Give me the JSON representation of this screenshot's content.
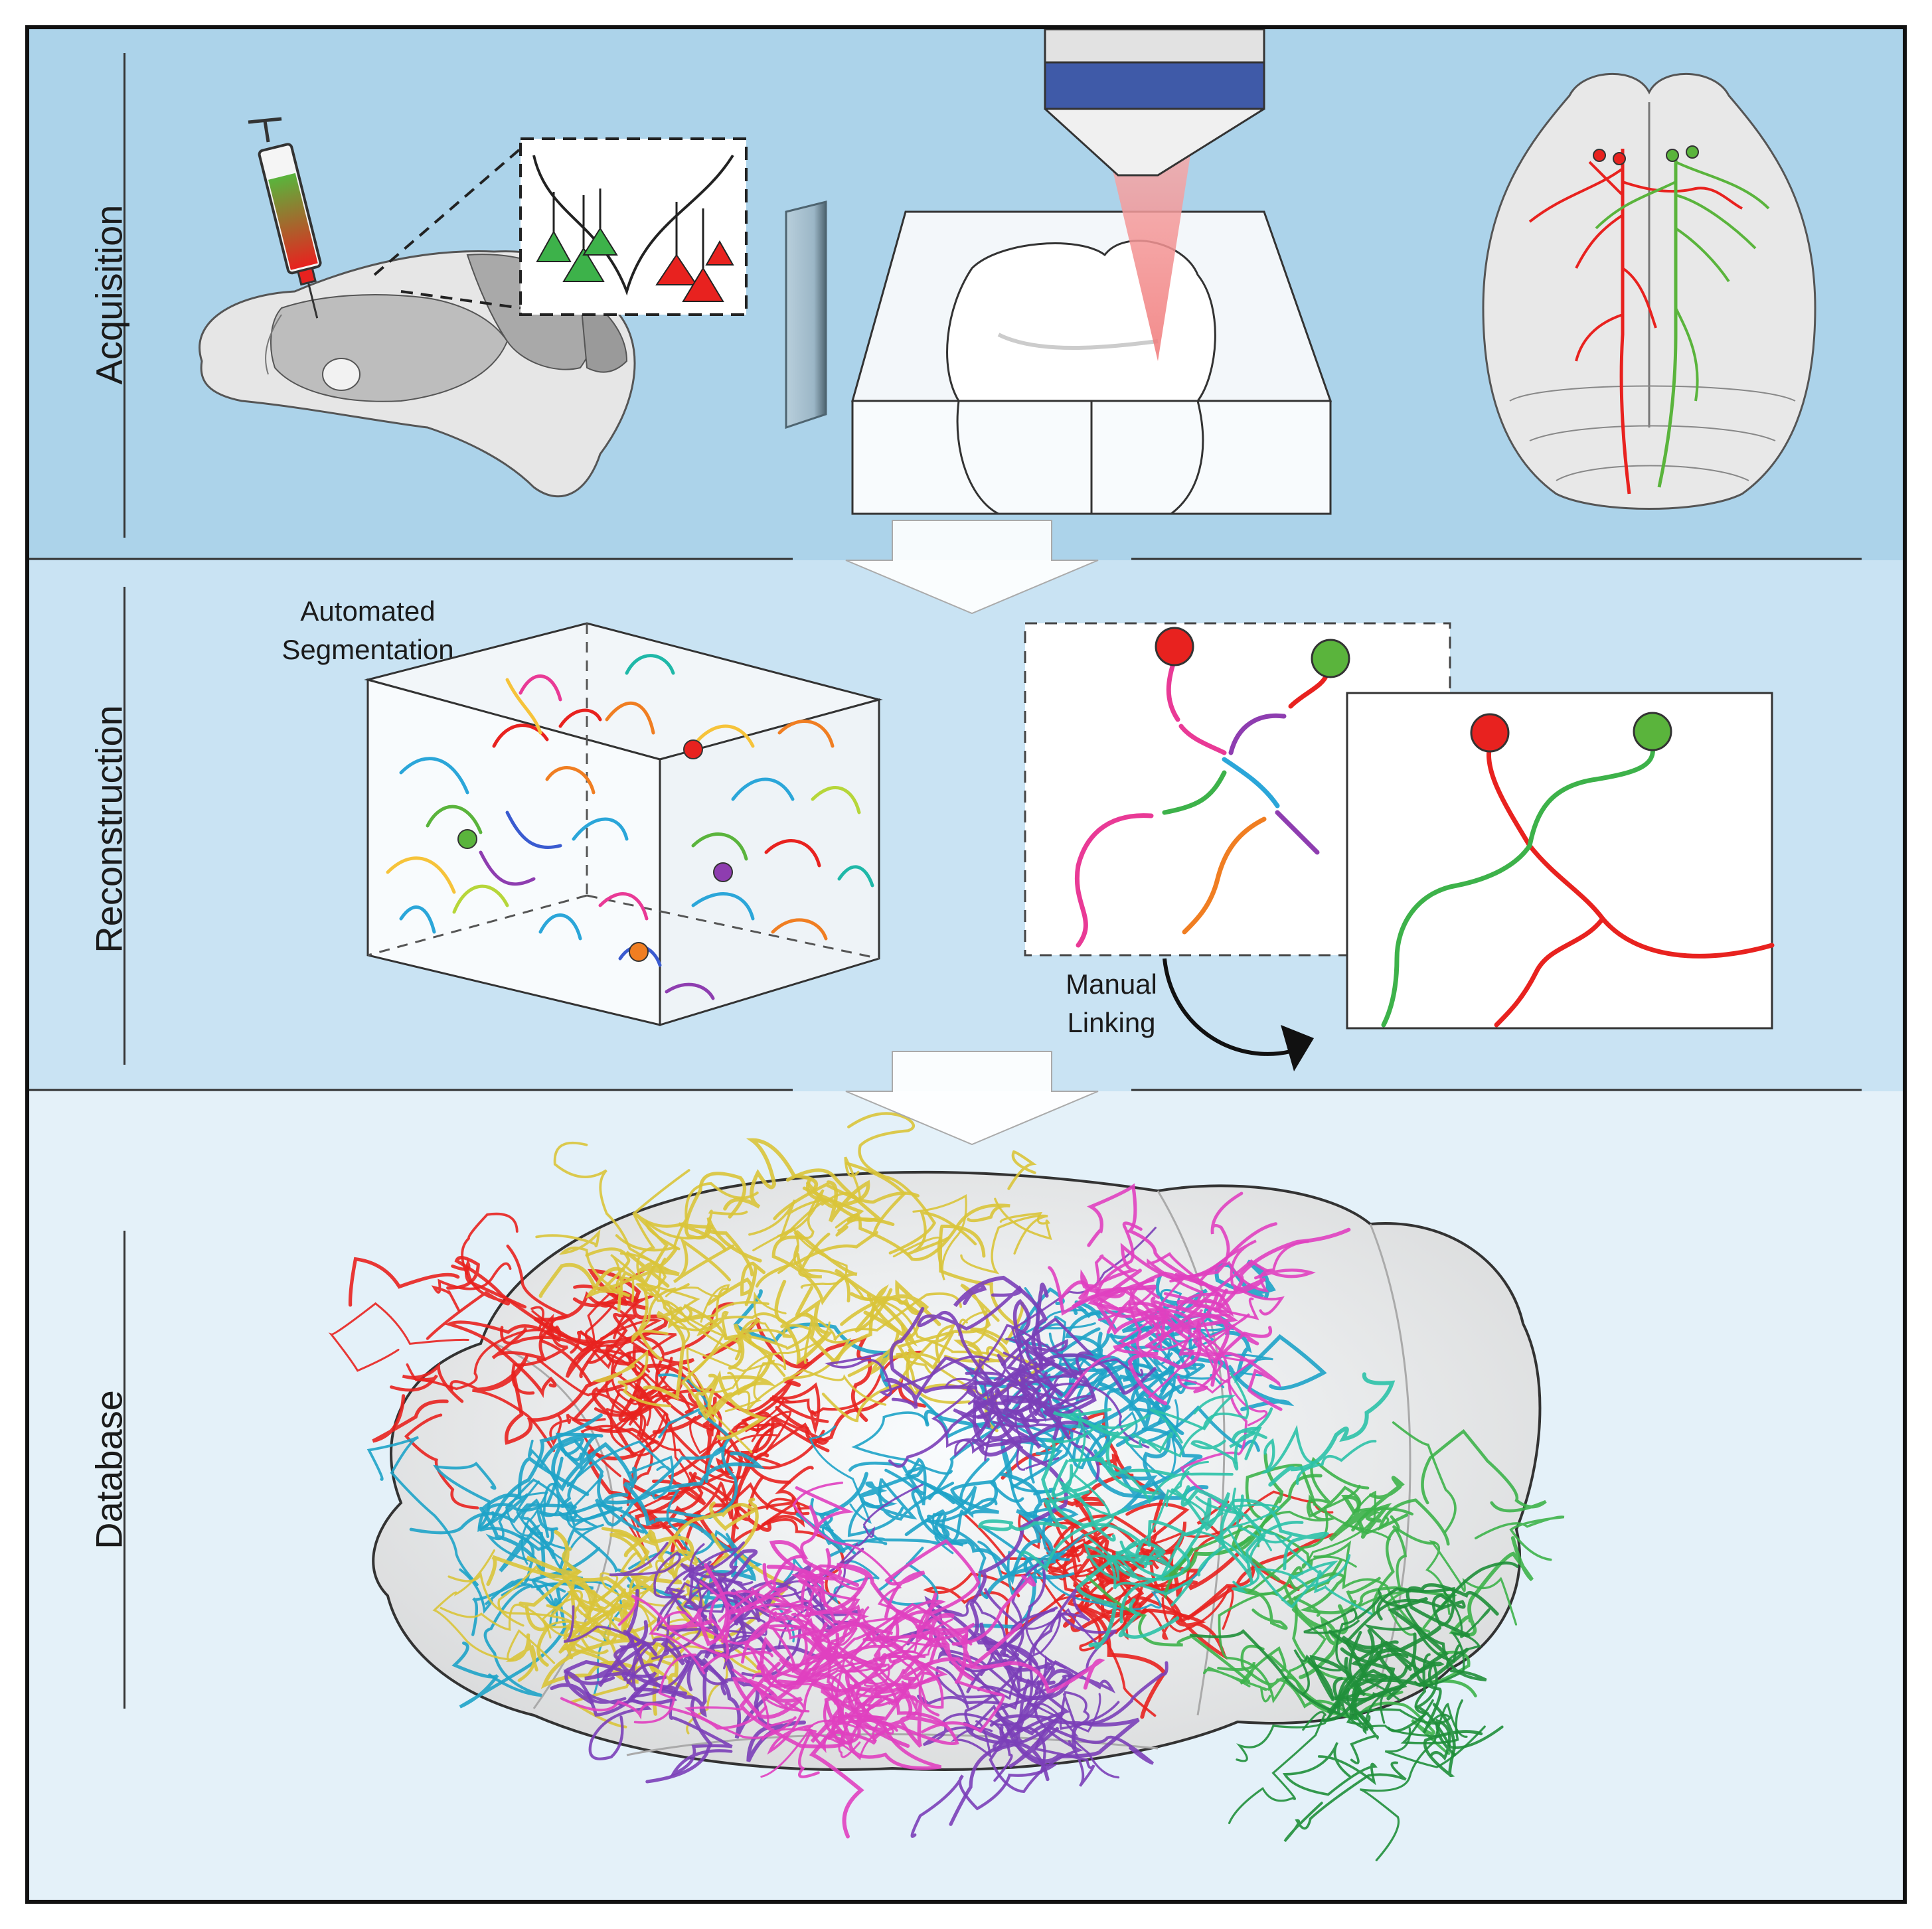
{
  "sections": {
    "acquisition": "Acquisition",
    "reconstruction": "Reconstruction",
    "database": "Database"
  },
  "labels": {
    "automated_segmentation": "Automated\nSegmentation",
    "manual_linking": "Manual\nLinking"
  },
  "colors": {
    "acquisition_bg": "#acd3ea",
    "reconstruction_bg": "#c9e3f3",
    "database_bg": "#e4f1f9",
    "neuron_red": "#e8221f",
    "neuron_green": "#5ab43c",
    "objective_blue": "#3f5aa8",
    "laser_pink": "#f39a9a"
  },
  "database_trace_colors": [
    "#e8221f",
    "#1ea3c8",
    "#d9c43a",
    "#7b3fb8",
    "#e040c0",
    "#3db24a",
    "#2cc2a8",
    "#1f8f3a"
  ],
  "segment_colors": [
    "#e8221f",
    "#f07e22",
    "#e93a96",
    "#2ba6d9",
    "#8e3db0",
    "#5ab43c",
    "#f6c33a",
    "#1fb8a8",
    "#3a5bd0",
    "#b6d63a"
  ]
}
